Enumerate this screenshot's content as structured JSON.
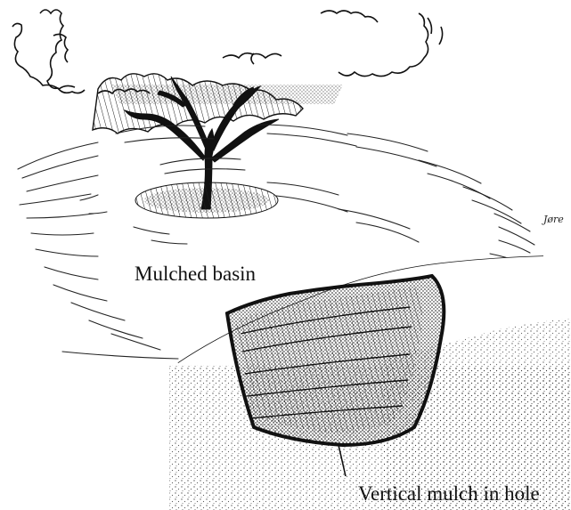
{
  "labels": {
    "basin": "Mulched basin",
    "hole": "Vertical mulch in hole"
  },
  "signature": "Jøre",
  "colors": {
    "ink": "#111111",
    "paper": "#ffffff"
  },
  "icons": [
    "tree-illustration",
    "tree-canopy",
    "soil-hole",
    "artist-signature"
  ]
}
